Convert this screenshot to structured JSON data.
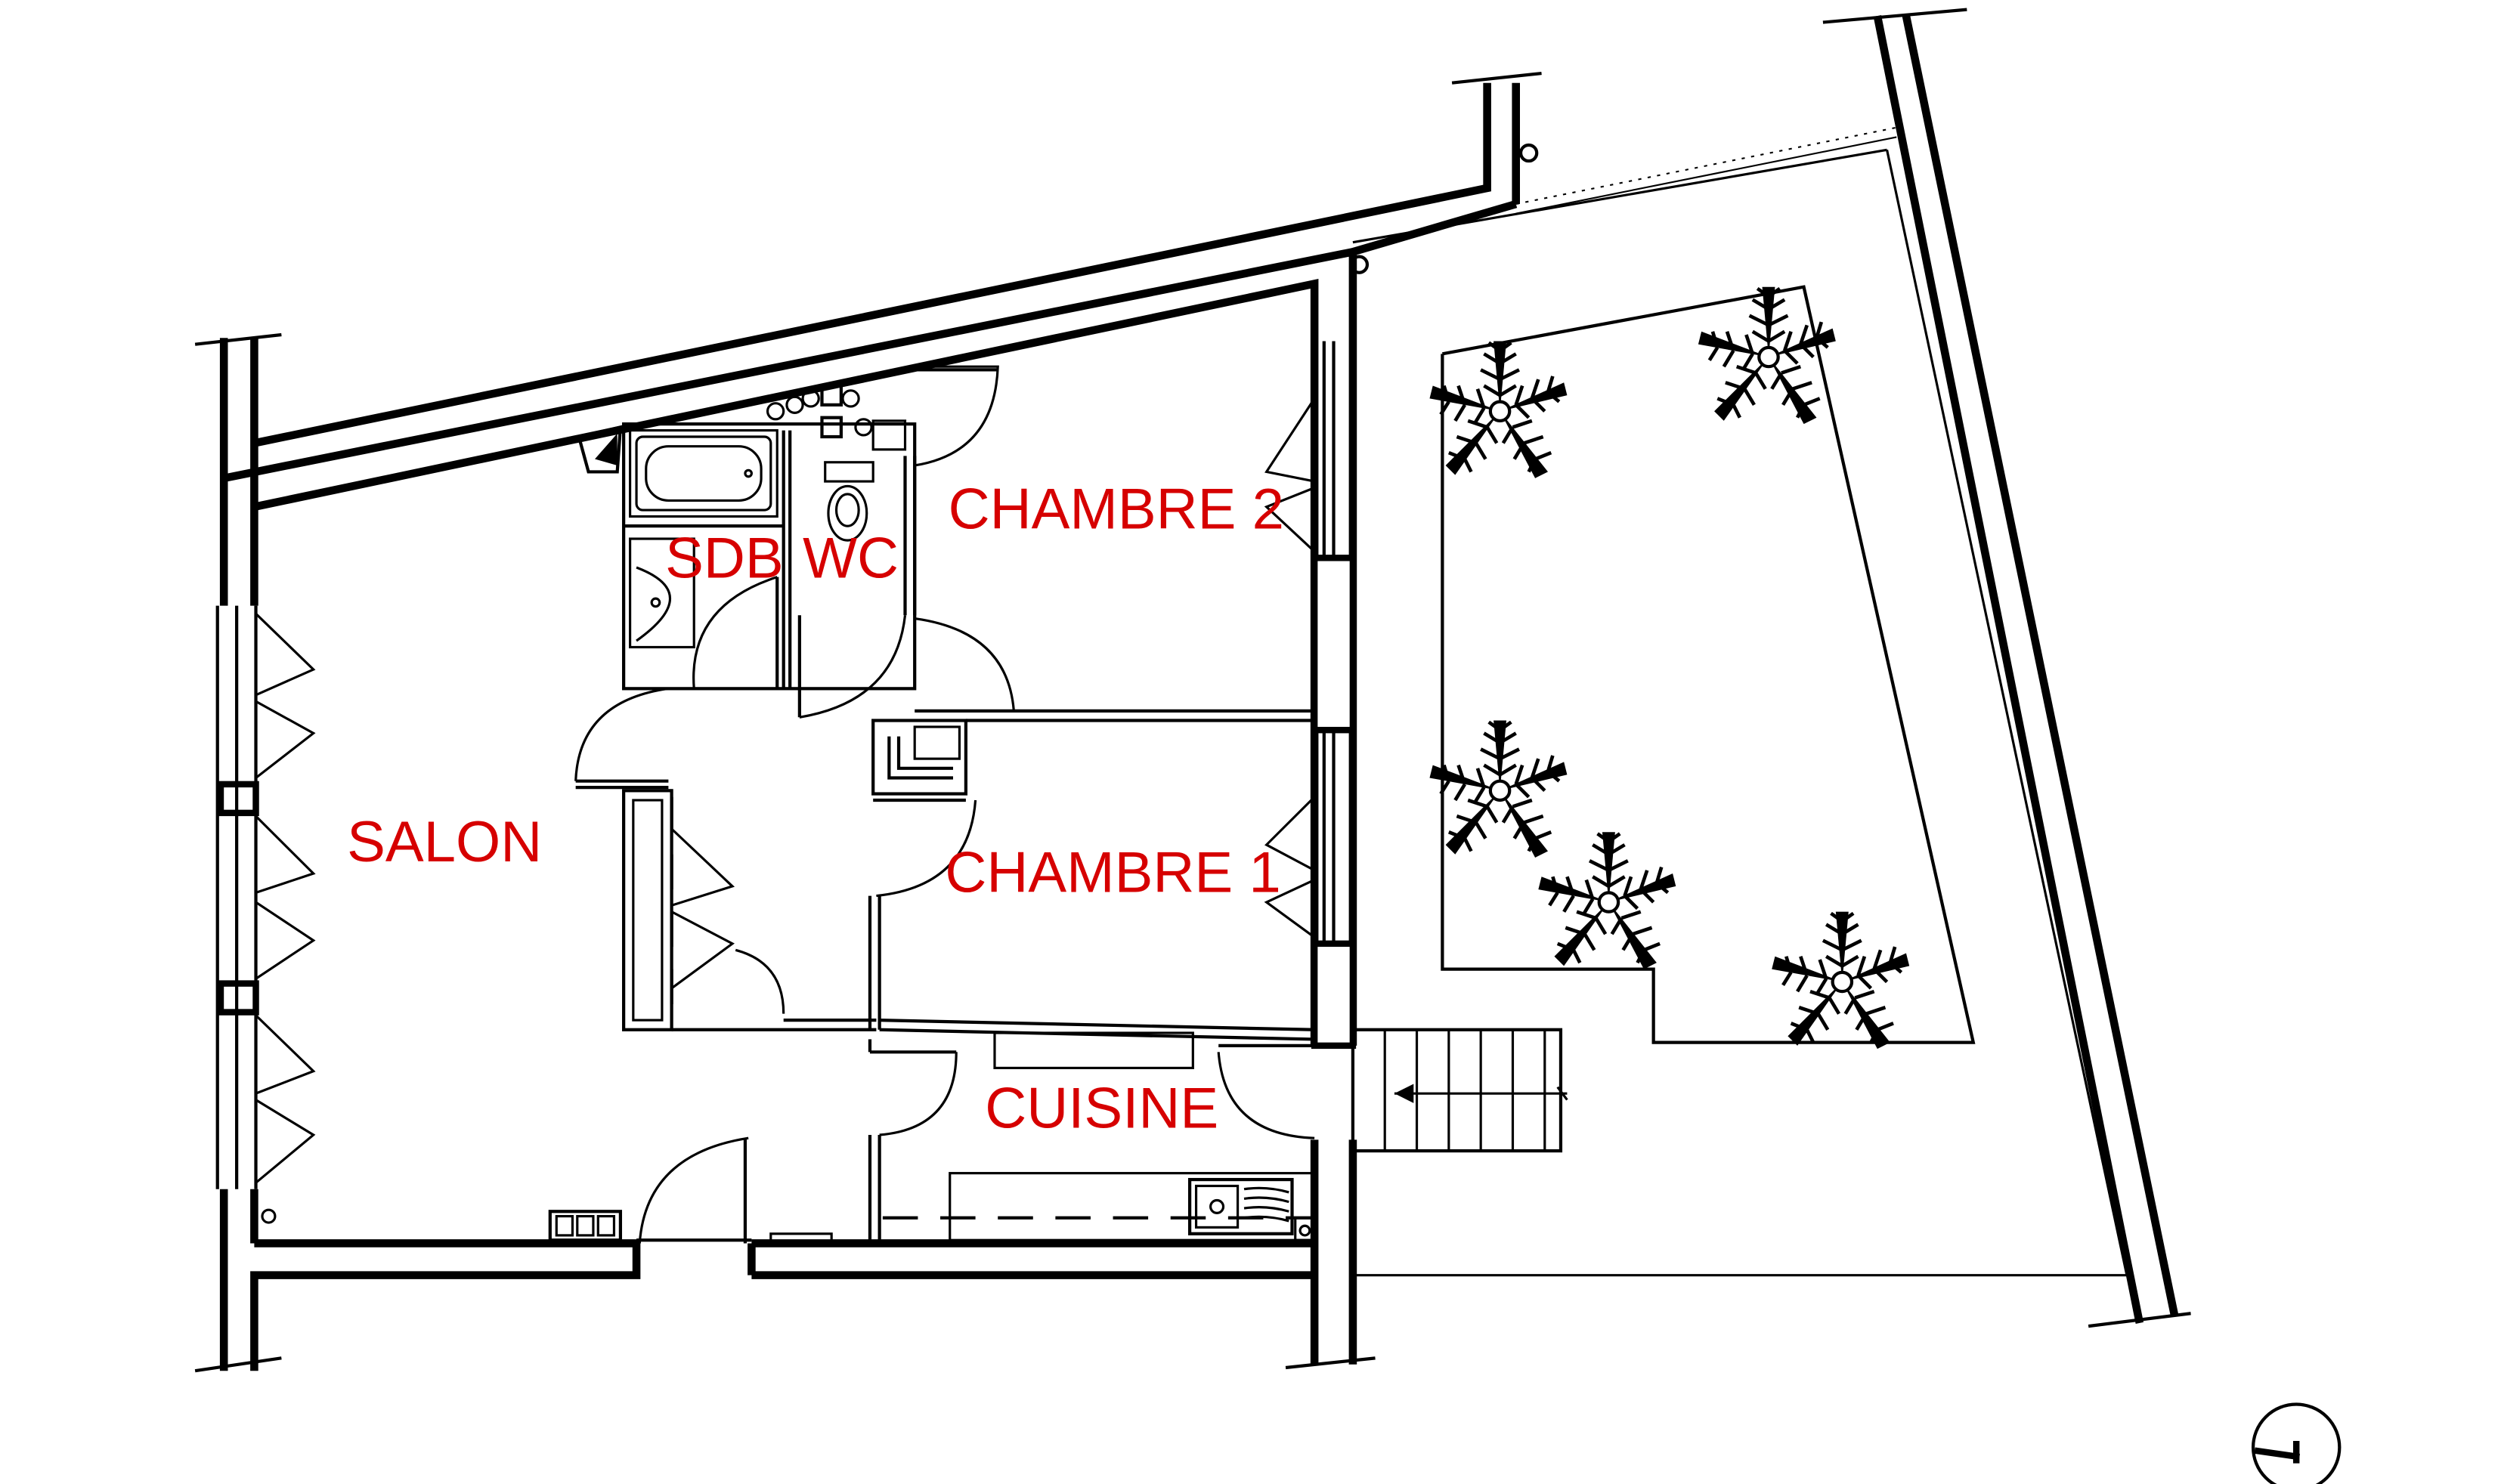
{
  "plan": {
    "label_color": "#d60000",
    "line_color": "#000000",
    "background": "#ffffff",
    "rooms": {
      "salon": "SALON",
      "sdb": "SDB",
      "wc": "WC",
      "chambre2": "CHAMBRE 2",
      "chambre1": "CHAMBRE 1",
      "cuisine": "CUISINE"
    },
    "icons": {
      "palm": "palm-tree-icon",
      "north": "north-arrow-icon",
      "stair_arrow": "stair-direction-arrow-icon"
    }
  }
}
